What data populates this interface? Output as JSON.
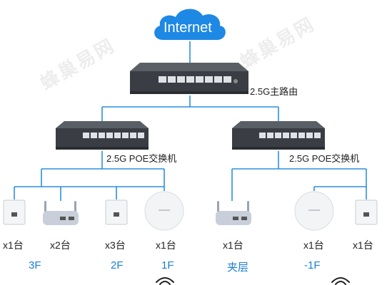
{
  "cloud": {
    "label": "Internet"
  },
  "router": {
    "label": "2.5G主路由"
  },
  "switches": [
    {
      "label": "2.5G POE交换机"
    },
    {
      "label": "2.5G POE交换机"
    }
  ],
  "devices": [
    {
      "count": "x1台",
      "icon": "wall-panel-ap-icon"
    },
    {
      "count": "x2台",
      "icon": "mesh-router-icon"
    },
    {
      "count": "x3台",
      "icon": "wall-panel-ap-icon"
    },
    {
      "count": "x1台",
      "icon": "ceiling-ap-icon"
    },
    {
      "count": "x1台",
      "icon": "mesh-router-icon"
    },
    {
      "count": "x1台",
      "icon": "ceiling-ap-icon"
    },
    {
      "count": "x1台",
      "icon": "wall-panel-ap-icon"
    }
  ],
  "floors": [
    "3F",
    "2F",
    "1F",
    "夹层",
    "-1F"
  ],
  "colors": {
    "line": "#2a8fe0",
    "cloud": "#1e88e5",
    "floor": "#1b7fd6",
    "device": "#3b3f44"
  }
}
